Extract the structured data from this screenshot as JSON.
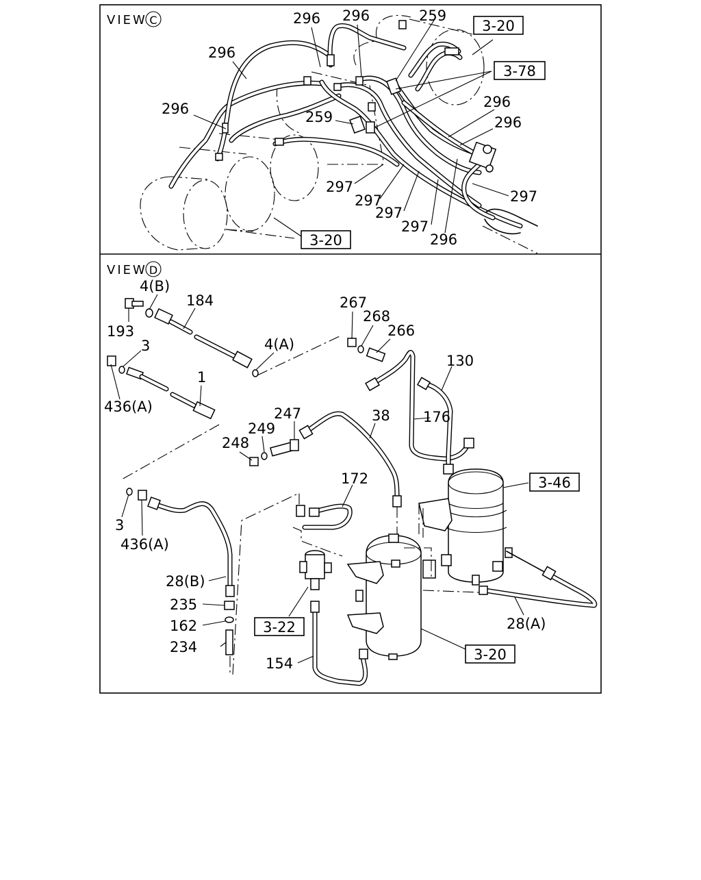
{
  "view_c": {
    "title": "VIEW",
    "view_letter": "C",
    "labels": {
      "l296a": "296",
      "l296b": "296",
      "l296c": "296",
      "l296d": "296",
      "l296e": "296",
      "l296f": "296",
      "l296g": "296",
      "l259a": "259",
      "l259b": "259",
      "l297a": "297",
      "l297b": "297",
      "l297c": "297",
      "l297d": "297",
      "l297e": "297"
    },
    "refs": {
      "r320a": "3-20",
      "r378": "3-78",
      "r320b": "3-20"
    }
  },
  "view_d": {
    "title": "VIEW",
    "view_letter": "D",
    "labels": {
      "l4b": "4(B)",
      "l184": "184",
      "l193": "193",
      "l3a": "3",
      "l436a": "436(A)",
      "l1": "1",
      "l4a": "4(A)",
      "l267": "267",
      "l268": "268",
      "l266": "266",
      "l130": "130",
      "l38": "38",
      "l247": "247",
      "l249": "249",
      "l176": "176",
      "l248": "248",
      "l172": "172",
      "l3b": "3",
      "l436b": "436(A)",
      "l28b": "28(B)",
      "l235": "235",
      "l162": "162",
      "l234": "234",
      "l154": "154",
      "l28a": "28(A)"
    },
    "refs": {
      "r346": "3-46",
      "r322": "3-22",
      "r320": "3-20"
    }
  }
}
